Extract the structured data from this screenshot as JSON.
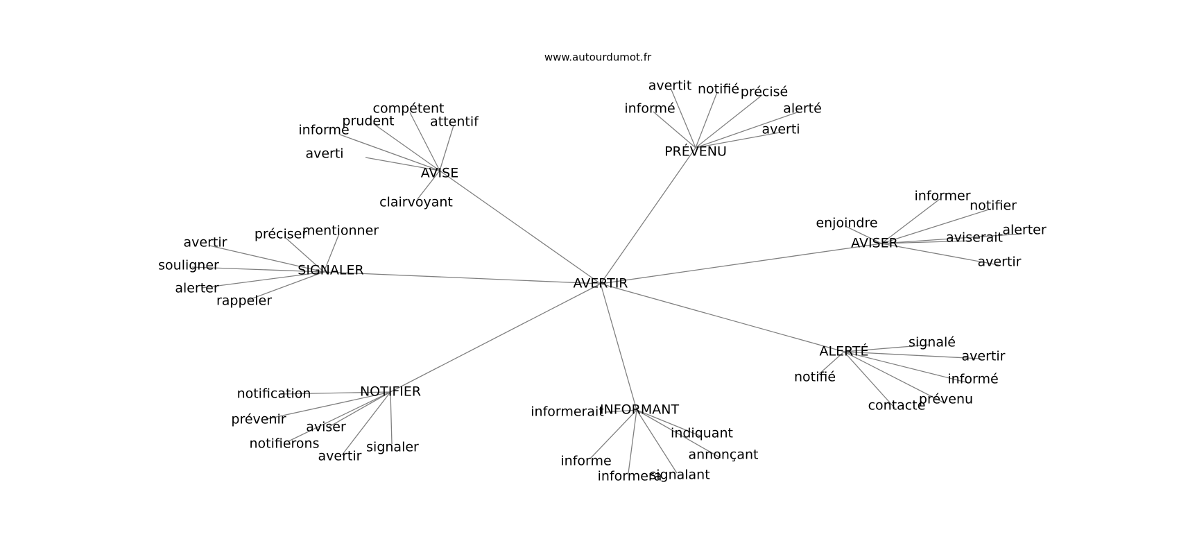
{
  "watermark": "www.autourdumot.fr",
  "graph": {
    "center": "AVERTIR",
    "clusters": [
      {
        "name": "AVISE",
        "children": [
          "averti",
          "informe",
          "prudent",
          "compétent",
          "attentif",
          "clairvoyant"
        ]
      },
      {
        "name": "PRÉVENU",
        "children": [
          "informé",
          "avertit",
          "notifié",
          "précisé",
          "alerté",
          "averti"
        ]
      },
      {
        "name": "AVISER",
        "children": [
          "enjoindre",
          "informer",
          "notifier",
          "alerter",
          "aviserait",
          "avertir"
        ]
      },
      {
        "name": "SIGNALER",
        "children": [
          "préciser",
          "mentionner",
          "avertir",
          "souligner",
          "alerter",
          "rappeler"
        ]
      },
      {
        "name": "ALERTÉ",
        "children": [
          "signalé",
          "avertir",
          "informé",
          "prévenu",
          "contacte",
          "notifié"
        ]
      },
      {
        "name": "NOTIFIER",
        "children": [
          "notification",
          "prévenir",
          "aviser",
          "notifierons",
          "avertir",
          "signaler"
        ]
      },
      {
        "name": "INFORMANT",
        "children": [
          "informerait",
          "indiquant",
          "annonçant",
          "signalant",
          "informera",
          "informe"
        ]
      }
    ]
  }
}
